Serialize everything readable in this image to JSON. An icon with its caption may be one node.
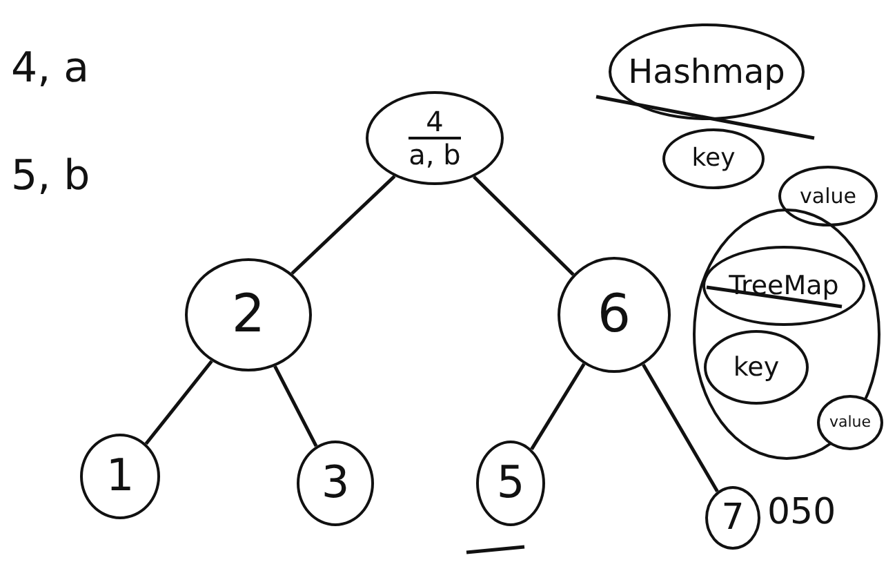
{
  "diagram": {
    "nodes": [
      {
        "text": [
          "4",
          "a, b"
        ]
      },
      {
        "text": [
          "2"
        ]
      },
      {
        "text": [
          "6"
        ]
      },
      {
        "text": [
          "1"
        ]
      },
      {
        "text": [
          "3"
        ]
      },
      {
        "text": [
          "5"
        ]
      },
      {
        "text": [
          "7"
        ]
      },
      {
        "text": [
          "Hashmap"
        ]
      },
      {
        "text": [
          "key"
        ]
      },
      {
        "text": [
          "value"
        ]
      },
      {
        "text": [],
        "shape": "circle"
      },
      {
        "text": [
          "TreeMap"
        ],
        "in": 10
      },
      {
        "text": [
          "key"
        ],
        "in": 10
      },
      {
        "text": [
          "value"
        ],
        "in": 10
      }
    ],
    "edges": [
      {
        "from": 0,
        "to": 1,
        "arrow": "none"
      },
      {
        "from": 0,
        "to": 2,
        "arrow": "none"
      },
      {
        "from": 1,
        "to": 3,
        "arrow": "none"
      },
      {
        "from": 1,
        "to": 4,
        "arrow": "none"
      },
      {
        "from": 2,
        "to": 5,
        "arrow": "none"
      },
      {
        "from": 2,
        "to": 6,
        "arrow": "none"
      }
    ],
    "labels": [
      "4, a",
      "5, b",
      "050"
    ]
  }
}
